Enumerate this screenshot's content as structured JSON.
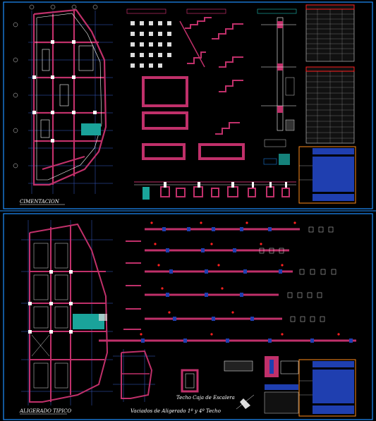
{
  "sheets": [
    {
      "id": "upper",
      "title": "CIMENTACION"
    },
    {
      "id": "lower",
      "title": "ALIGERADO TIPICO"
    }
  ],
  "lower_labels": {
    "vigas_title": "Vaciados de Aligerado 1º y 4º Techo",
    "caja_title": "Techo Caja de Escalera"
  },
  "colors": {
    "background": "#000000",
    "frame": "#1e90ff",
    "grid": "#3a5fcd",
    "wall": "#c0306a",
    "column": "#ffffff",
    "teal": "#1aa39a",
    "red": "#ff2020",
    "blue_fill": "#1f3fb0"
  }
}
